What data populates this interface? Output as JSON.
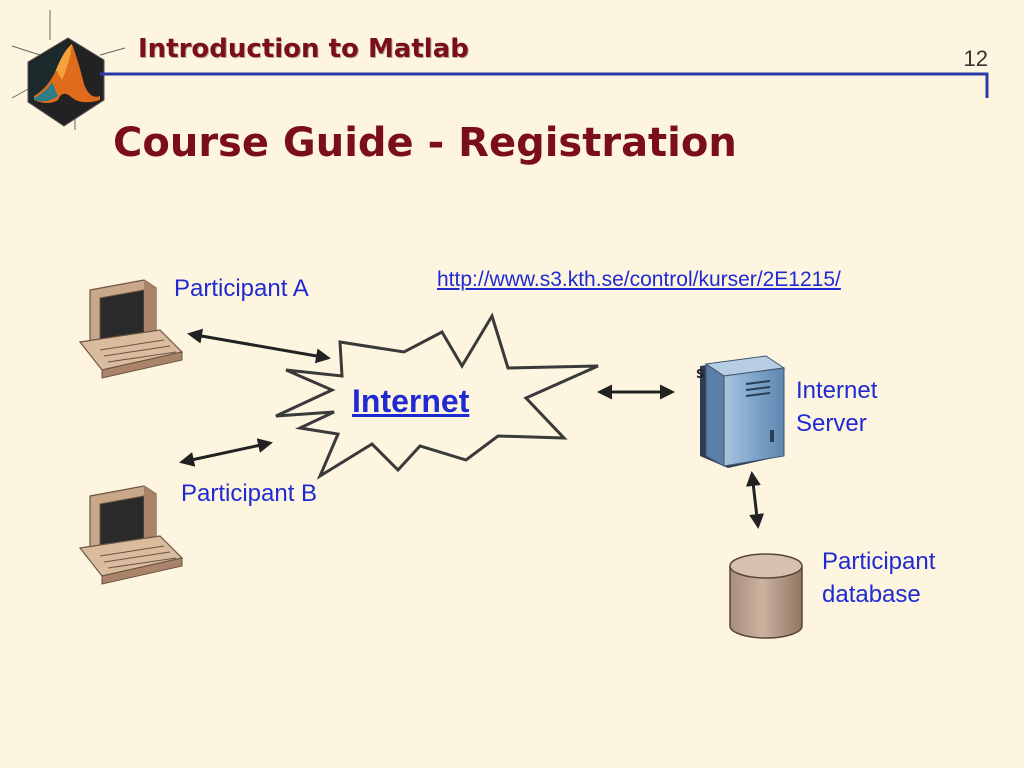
{
  "header": {
    "title": "Introduction to Matlab",
    "slide_number": "12"
  },
  "slide": {
    "title": "Course Guide - Registration"
  },
  "diagram": {
    "url": "http://www.s3.kth.se/control/kurser/2E1215/",
    "internet": "Internet",
    "participant_a": "Participant A",
    "participant_b": "Participant B",
    "server_line1": "Internet",
    "server_line2": "Server",
    "database_line1": "Participant",
    "database_line2": "database",
    "server_badge": "S"
  },
  "colors": {
    "title": "#7a0e1a",
    "label": "#1f2bd0",
    "background": "#fdf5e0",
    "rule": "#2a3aa8"
  }
}
